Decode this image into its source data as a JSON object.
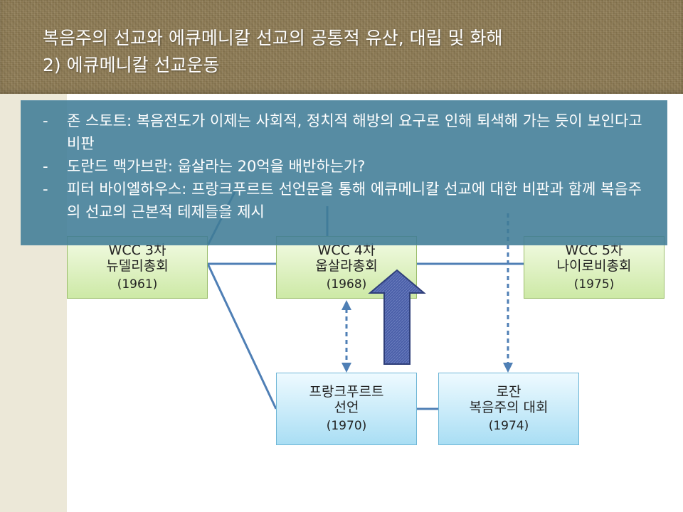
{
  "slide": {
    "title_line1": "복음주의 선교와 에큐메니칼 선교의 공통적 유산, 대립 및 화해",
    "title_line2": "2) 에큐메니칼 선교운동"
  },
  "overlay": {
    "bullets": [
      "존 스토트: 복음전도가 이제는 사회적, 정치적 해방의 요구로 인해 퇴색해 가는 듯이 보인다고 비판",
      "도란드 맥가브란: 웁살라는 20억을 배반하는가?",
      "피터 바이엘하우스: 프랑크푸르트 선언문을 통해 에큐메니칼 선교에 대한 비판과 함께 복음주의 선교의 근본적 테제들을 제시"
    ],
    "bullet_marker": "-"
  },
  "nodes": {
    "newdelhi": {
      "line1": "WCC 3차",
      "line2": "뉴델리총회",
      "year": "(1961)"
    },
    "uppsala": {
      "line1": "WCC 4차",
      "line2": "웁살라총회",
      "year": "(1968)"
    },
    "nairobi": {
      "line1": "WCC 5차",
      "line2": "나이로비총회",
      "year": "(1975)"
    },
    "frankfurt": {
      "line1": "프랑크푸르트",
      "line2": "선언",
      "year": "(1970)"
    },
    "lausanne": {
      "line1": "로잔",
      "line2": "복음주의 대회",
      "year": "(1974)"
    }
  },
  "colors": {
    "connector": "#4f7fb5",
    "arrow_fill": "#4a5fa8",
    "overlay": "#407c96",
    "header": "#8d7a52"
  }
}
